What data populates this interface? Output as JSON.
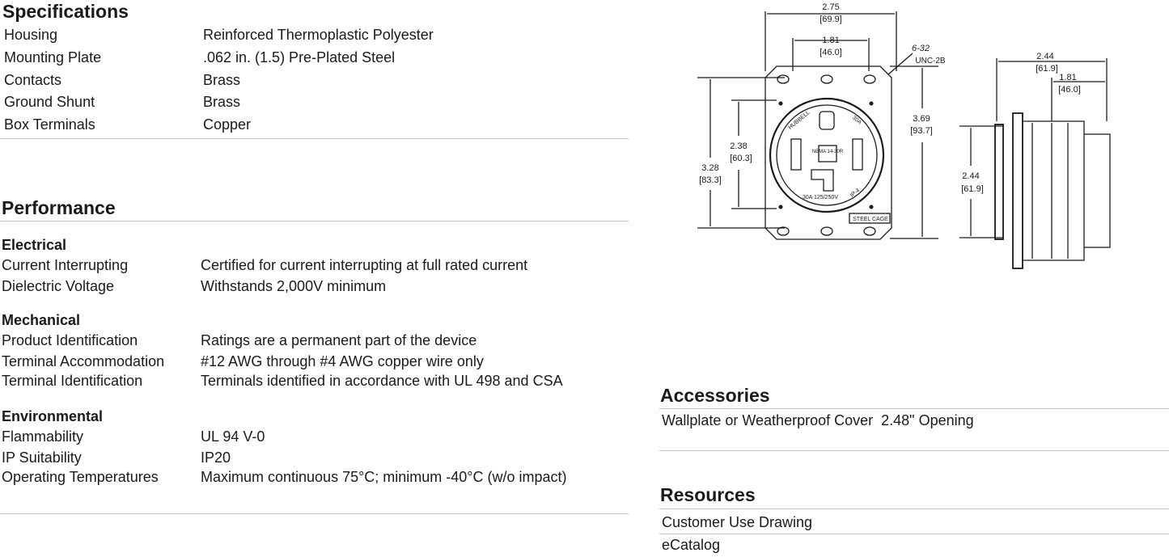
{
  "specifications": {
    "title": "Specifications",
    "rows": [
      {
        "label": "Housing",
        "value": "Reinforced Thermoplastic Polyester"
      },
      {
        "label": "Mounting Plate",
        "value": ".062 in. (1.5) Pre-Plated Steel"
      },
      {
        "label": "Contacts",
        "value": "Brass"
      },
      {
        "label": "Ground Shunt",
        "value": "Brass"
      },
      {
        "label": "Box Terminals",
        "value": "Copper"
      }
    ]
  },
  "performance": {
    "title": "Performance",
    "groups": [
      {
        "heading": "Electrical",
        "rows": [
          {
            "label": "Current Interrupting",
            "value": "Certified for current interrupting at full rated current"
          },
          {
            "label": "Dielectric Voltage",
            "value": "Withstands 2,000V minimum"
          }
        ]
      },
      {
        "heading": "Mechanical",
        "rows": [
          {
            "label": "Product Identification",
            "value": "Ratings are a permanent part of the device"
          },
          {
            "label": "Terminal Accommodation",
            "value": "#12 AWG through #4 AWG copper wire only"
          },
          {
            "label": "Terminal Identification",
            "value": "Terminals identified in accordance with UL 498 and CSA"
          }
        ]
      },
      {
        "heading": "Environmental",
        "rows": [
          {
            "label": "Flammability",
            "value": "UL 94 V-0"
          },
          {
            "label": "IP Suitability",
            "value": "IP20"
          },
          {
            "label": "Operating Temperatures",
            "value": "Maximum continuous 75°C; minimum -40°C (w/o impact)"
          }
        ]
      }
    ]
  },
  "accessories": {
    "title": "Accessories",
    "items": [
      {
        "label": "Wallplate or Weatherproof Cover",
        "value": "2.48\" Opening"
      }
    ]
  },
  "resources": {
    "title": "Resources",
    "links": [
      "Customer Use Drawing",
      "eCatalog"
    ]
  },
  "drawing": {
    "dim_width_in": "2.75",
    "dim_width_mm": "[69.9]",
    "dim_holes_in": "1.81",
    "dim_holes_mm": "[46.0]",
    "screw_a": "6-32",
    "screw_b": "UNC-2B",
    "dim_height_in": "3.69",
    "dim_height_mm": "[93.7]",
    "dim_mount_in": "3.28",
    "dim_mount_mm": "[83.3]",
    "dim_face_in": "2.38",
    "dim_face_mm": "[60.3]",
    "side_width_in": "2.44",
    "side_width_mm": "[61.9]",
    "side_body_in": "1.81",
    "side_body_mm": "[46.0]",
    "side_height_in": "2.44",
    "side_height_mm": "[61.9]",
    "face_brand": "HUBBELL",
    "face_rating_top": "30A",
    "face_nema": "NEMA 14-30R",
    "face_rating_bottom": "30A 125/250V",
    "face_ip": "IP-4",
    "face_strap": "STEEL CAGE"
  }
}
